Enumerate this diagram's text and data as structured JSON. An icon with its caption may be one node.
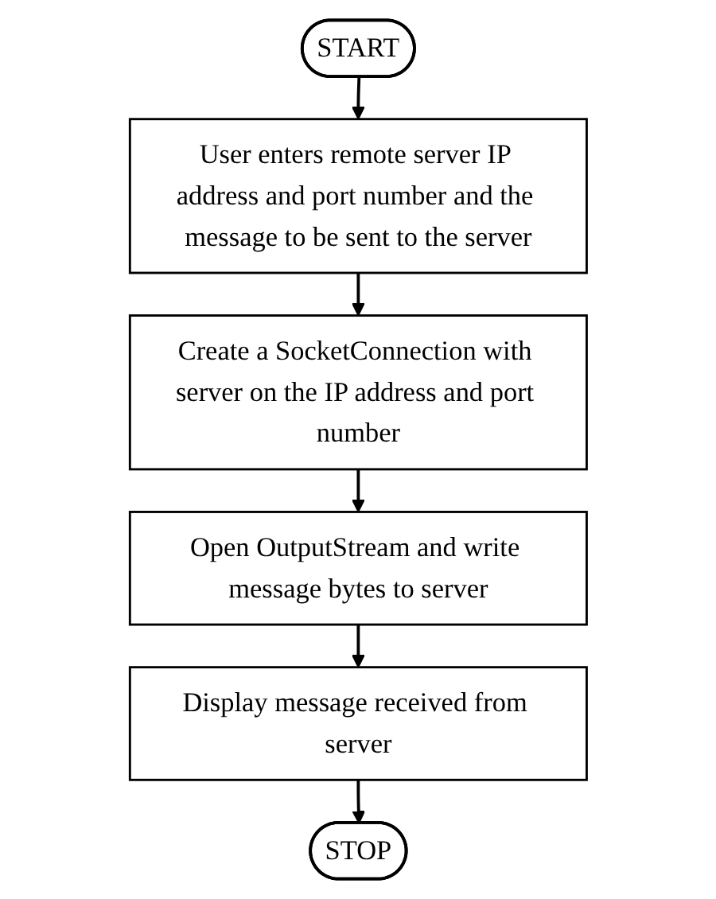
{
  "diagram": {
    "nodes": [
      {
        "text": [
          "START"
        ]
      },
      {
        "text": [
          "User enters remote server IP address and port number and the message to be sent to the server"
        ]
      },
      {
        "text": [
          "Create a SocketConnection with server on the IP address and port number"
        ]
      },
      {
        "text": [
          "Open OutputStream and write message bytes to server"
        ]
      },
      {
        "text": [
          "Display message received from server"
        ]
      },
      {
        "text": [
          "STOP"
        ]
      }
    ],
    "edges": [
      {
        "from": 0,
        "to": 1,
        "arrow": "to"
      },
      {
        "from": 1,
        "to": 2,
        "arrow": "to"
      },
      {
        "from": 2,
        "to": 3,
        "arrow": "to"
      },
      {
        "from": 3,
        "to": 4,
        "arrow": "to"
      },
      {
        "from": 4,
        "to": 5,
        "arrow": "to"
      }
    ]
  }
}
